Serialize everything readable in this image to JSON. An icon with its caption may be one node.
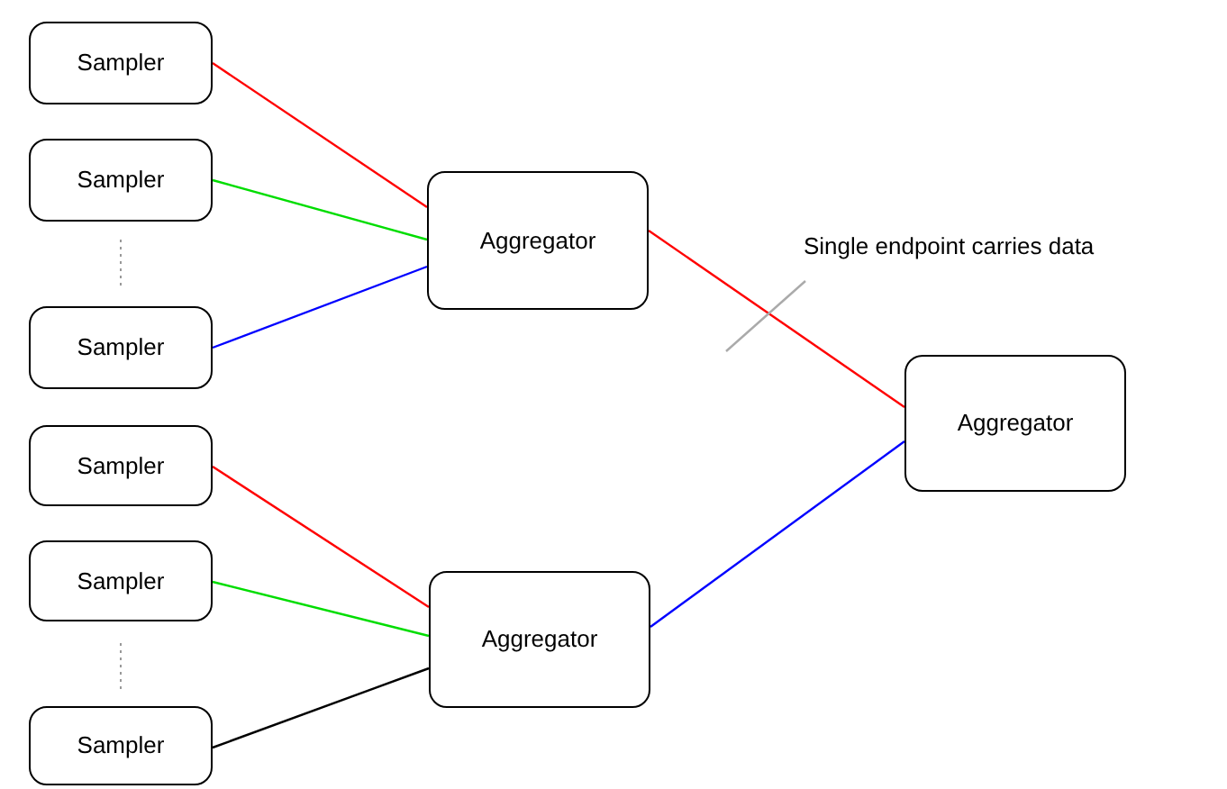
{
  "diagram": {
    "nodes": [
      {
        "text": [
          "Sampler"
        ]
      },
      {
        "text": [
          "Sampler"
        ]
      },
      {
        "text": [
          "Sampler"
        ]
      },
      {
        "text": [
          "Aggregator"
        ]
      },
      {
        "text": [
          "Single endpoint carries data"
        ]
      },
      {
        "text": [
          "Aggregator"
        ]
      },
      {
        "text": [
          "Sampler"
        ]
      },
      {
        "text": [
          "Sampler"
        ]
      },
      {
        "text": [
          "Sampler"
        ]
      },
      {
        "text": [
          "Aggregator"
        ]
      }
    ],
    "edges": [
      {
        "from": 0,
        "to": 3,
        "arrow": "none",
        "color": "#ff0000"
      },
      {
        "from": 1,
        "to": 3,
        "arrow": "none",
        "color": "#00dd00"
      },
      {
        "from": 2,
        "to": 3,
        "arrow": "none",
        "color": "#0000ff"
      },
      {
        "from": 6,
        "to": 9,
        "arrow": "none",
        "color": "#ff0000"
      },
      {
        "from": 7,
        "to": 9,
        "arrow": "none",
        "color": "#00dd00"
      },
      {
        "from": 8,
        "to": 9,
        "arrow": "none",
        "color": "#000000"
      },
      {
        "from": 3,
        "to": 5,
        "arrow": "none",
        "color": "#ff0000"
      },
      {
        "from": 9,
        "to": 5,
        "arrow": "none",
        "color": "#0000ff"
      },
      {
        "from": 4,
        "to": null,
        "arrow": "none",
        "color": "#aaaaaa"
      }
    ]
  }
}
